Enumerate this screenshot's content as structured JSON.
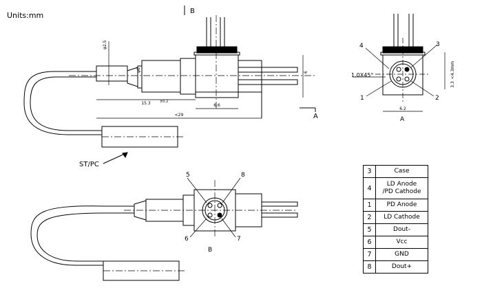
{
  "units_label": "Units:mm",
  "section_labels": {
    "a_arrow": "A",
    "a_view": "A",
    "b_arrow": "B",
    "b_view": "B"
  },
  "dimensions": {
    "phi25": "φ2.5",
    "phi6a": "φ6",
    "six": "6",
    "d153": "15.3",
    "d153tol": "±0.2",
    "d66": "6.6",
    "d29": "<29",
    "chamfer": "1.0X45°",
    "d43": "<4.3mm",
    "d33": "3.3",
    "d62": "6.2"
  },
  "connector_label": "ST/PC",
  "view_a_callouts": [
    "4",
    "3",
    "1",
    "2"
  ],
  "view_b_callouts": [
    "5",
    "8",
    "6",
    "7"
  ],
  "pin_table": [
    {
      "pin": "3",
      "function": "Case"
    },
    {
      "pin": "4",
      "function": "LD Anode\n/PD Cathode"
    },
    {
      "pin": "1",
      "function": "PD Anode"
    },
    {
      "pin": "2",
      "function": "LD Cathode"
    },
    {
      "pin": "5",
      "function": "Dout-"
    },
    {
      "pin": "6",
      "function": "Vcc"
    },
    {
      "pin": "7",
      "function": "GND"
    },
    {
      "pin": "8",
      "function": "Dout+"
    }
  ]
}
